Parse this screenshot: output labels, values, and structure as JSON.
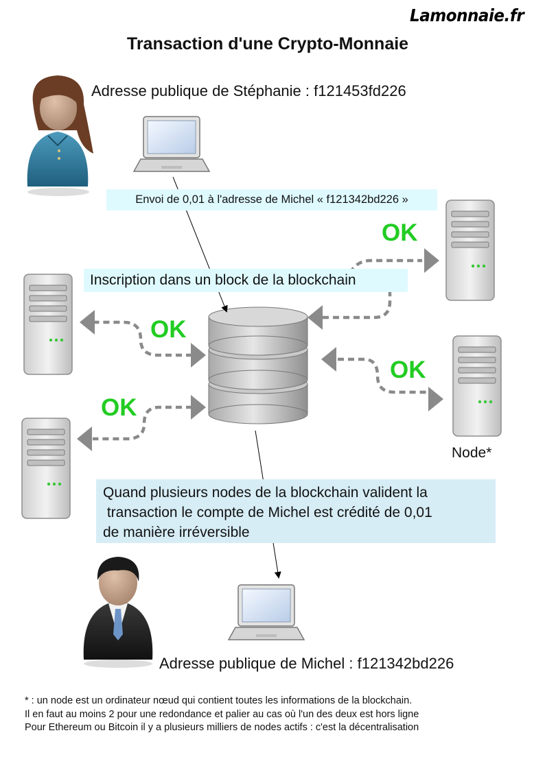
{
  "brand": "Lamonnaie.fr",
  "title": "Transaction d'une Crypto-Monnaie",
  "sender": {
    "address_label": "Adresse publique de Stéphanie : f121453fd226"
  },
  "receiver": {
    "address_label": "Adresse publique de Michel : f121342bd226"
  },
  "send_label": "Envoi de 0,01 à l'adresse de Michel « f121342bd226 »",
  "inscription_label": "Inscription dans un block de la blockchain",
  "validation_note": [
    "Quand plusieurs nodes de la blockchain valident la",
    " transaction le compte de Michel est crédité de 0,01",
    "de manière irréversible"
  ],
  "ok_labels": [
    "OK",
    "OK",
    "OK",
    "OK"
  ],
  "node_label": "Node*",
  "footnote": [
    "* : un node est un ordinateur nœud qui contient toutes les informations de la blockchain.",
    "Il en faut au moins 2 pour une redondance et palier au cas où l'un des deux est hors ligne",
    "Pour Ethereum ou Bitcoin il y a plusieurs milliers de nodes actifs : c'est la décentralisation"
  ],
  "colors": {
    "ok_green": "#22cc22",
    "label_bg_light": "#dffaff",
    "note_bg": "#d7edf6",
    "arrow_gray": "#8a8a8a"
  },
  "icons": [
    "woman-avatar-icon",
    "man-avatar-icon",
    "laptop-icon",
    "server-icon",
    "database-icon"
  ]
}
